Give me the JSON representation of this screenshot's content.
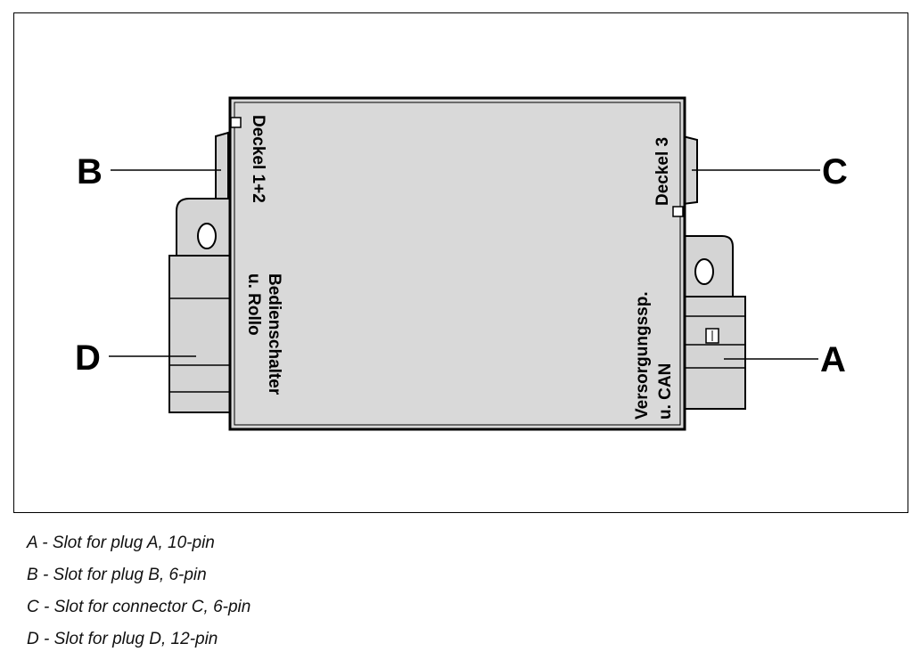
{
  "callouts": {
    "a": "A",
    "b": "B",
    "c": "C",
    "d": "D"
  },
  "device_labels": {
    "left_top": "Deckel 1+2",
    "left_bottom_line1": "Bedienschalter",
    "left_bottom_line2": "u. Rollo",
    "right_top": "Deckel 3",
    "right_bottom_line1": "Versorgungssp.",
    "right_bottom_line2": "u. CAN"
  },
  "legend": [
    "A - Slot for plug A, 10-pin",
    "B - Slot for plug B, 6-pin",
    "C - Slot for connector C, 6-pin",
    "D - Slot for plug D, 12-pin"
  ],
  "colors": {
    "housing": "#d9d9d9",
    "connector": "#d4d4d4",
    "line": "#000000"
  }
}
